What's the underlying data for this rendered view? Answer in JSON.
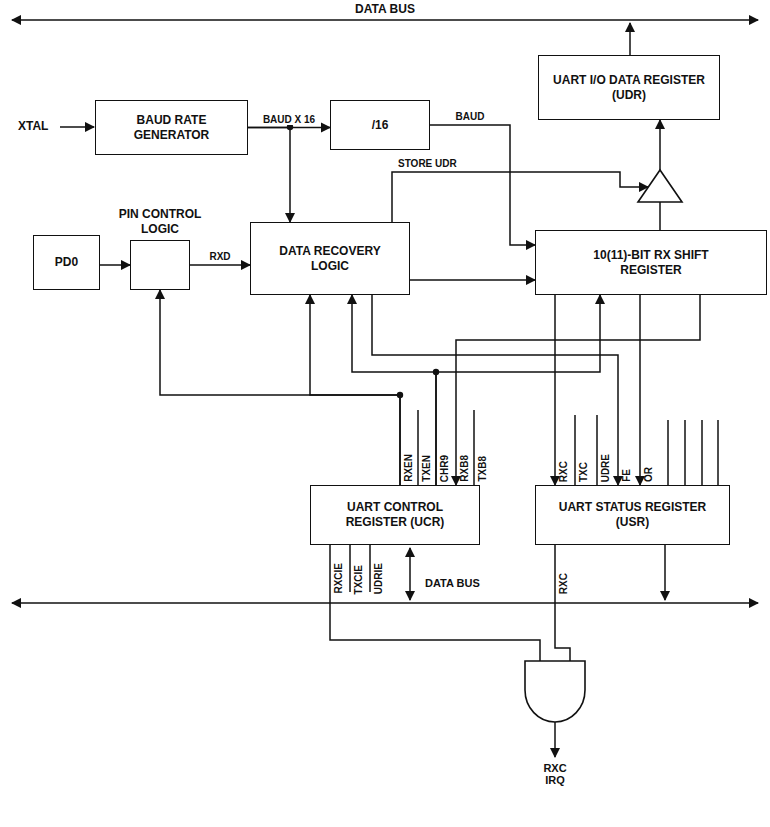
{
  "diagram": {
    "nodes": [
      {
        "text": [
          "BAUD RATE GENERATOR"
        ]
      },
      {
        "text": [
          "/16"
        ]
      },
      {
        "text": [
          "UART I/O DATA REGISTER (UDR)"
        ]
      },
      {
        "text": [
          "PD0"
        ]
      },
      {
        "text": [
          "PIN CONTROL LOGIC"
        ]
      },
      {
        "text": [
          "DATA RECOVERY LOGIC"
        ]
      },
      {
        "text": [
          "10(11)-BIT RX SHIFT REGISTER"
        ]
      },
      {
        "text": [
          "UART CONTROL REGISTER (UCR)"
        ]
      },
      {
        "text": [
          "UART STATUS REGISTER (USR)"
        ]
      }
    ],
    "edges": [
      {
        "from": 0,
        "to": 1,
        "label": "BAUD X 16",
        "arrow": "to"
      },
      {
        "from": 0,
        "to": 5,
        "arrow": "to"
      },
      {
        "from": 1,
        "to": 6,
        "label": "BAUD",
        "arrow": "to"
      },
      {
        "from": 3,
        "to": 4,
        "arrow": "to"
      },
      {
        "from": 4,
        "to": 5,
        "label": "RXD",
        "arrow": "to"
      },
      {
        "from": 5,
        "to": 6,
        "arrow": "to"
      },
      {
        "from": 6,
        "to": 2,
        "arrow": "to"
      },
      {
        "from": 7,
        "to": 4,
        "arrow": "to"
      },
      {
        "from": 7,
        "to": 5,
        "arrow": "to"
      },
      {
        "from": 7,
        "to": 5,
        "arrow": "to"
      },
      {
        "from": 7,
        "to": 6,
        "arrow": "to"
      },
      {
        "from": 6,
        "to": 7,
        "arrow": "to"
      },
      {
        "from": 6,
        "to": 8,
        "arrow": "to"
      },
      {
        "from": 6,
        "to": 8,
        "arrow": "to"
      },
      {
        "from": 5,
        "to": 8,
        "arrow": "to"
      }
    ],
    "labels": [
      "DATA BUS",
      "XTAL",
      "STORE UDR",
      "RXEN",
      "TXEN",
      "CHR9",
      "RXB8",
      "TXB8",
      "RXC",
      "TXC",
      "UDRE",
      "FE",
      "OR",
      "RXCIE",
      "TXCIE",
      "UDRIE",
      "DATA BUS",
      "RXC",
      "RXC IRQ"
    ]
  }
}
